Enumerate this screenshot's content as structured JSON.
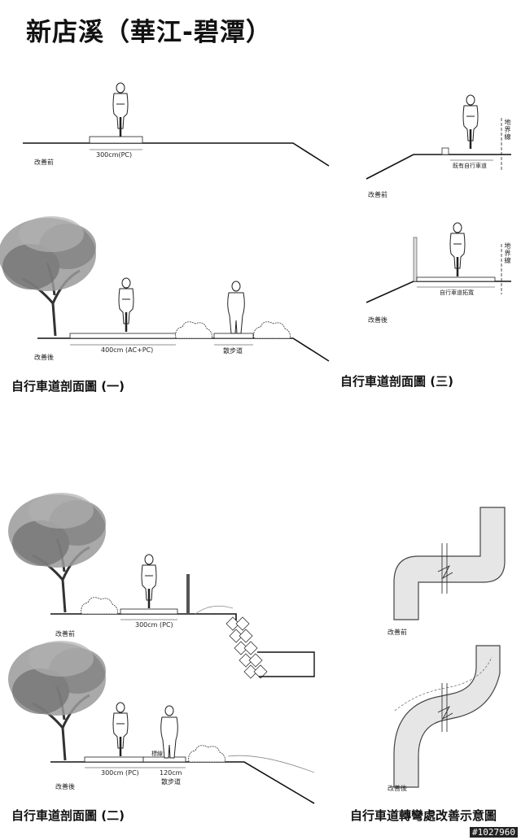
{
  "page": {
    "title": "新店溪（華江-碧潭）",
    "watermark": "#1027960"
  },
  "section1": {
    "caption": "自行車道剖面圖 (一)",
    "before_label": "改善前",
    "after_label": "改善後",
    "before_width": "300cm(PC)",
    "after_width": "400cm (AC+PC)",
    "walkway": "散步道"
  },
  "section3": {
    "caption": "自行車道剖面圖 (三)",
    "before_label": "改善前",
    "after_label": "改善後",
    "existing_lane": "既有自行車道",
    "widened_lane": "自行車道拓寬",
    "boundary": "地界線"
  },
  "section2": {
    "caption": "自行車道剖面圖 (二)",
    "before_label": "改善前",
    "after_label": "改善後",
    "before_width": "300cm (PC)",
    "after_width": "300cm (PC)",
    "walk_width": "120cm",
    "walkway": "散步道",
    "marking": "標線"
  },
  "section4": {
    "caption": "自行車道轉彎處改善示意圖",
    "before_label": "改善前",
    "after_label": "改善後"
  }
}
